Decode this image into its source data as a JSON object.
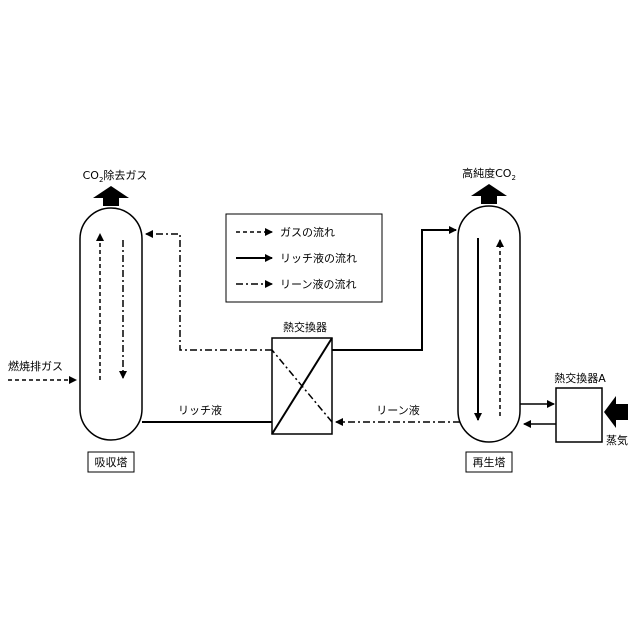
{
  "legend": {
    "gas_flow": "ガスの流れ",
    "rich_flow": "リッチ液の流れ",
    "lean_flow": "リーン液の流れ"
  },
  "absorber": {
    "name": "吸収塔",
    "top_output_prefix": "CO",
    "top_output_sub": "2",
    "top_output_suffix": "除去ガス",
    "side_input": "燃焼排ガス"
  },
  "regenerator": {
    "name": "再生塔",
    "top_output_prefix": "高純度CO",
    "top_output_sub": "2"
  },
  "heat_exchanger": {
    "name": "熱交換器"
  },
  "heat_exchanger_a": {
    "name": "熱交換器A",
    "input": "蒸気"
  },
  "streams": {
    "rich_label": "リッチ液",
    "lean_label": "リーン液"
  },
  "colors": {
    "line": "#000000",
    "background": "#ffffff"
  }
}
